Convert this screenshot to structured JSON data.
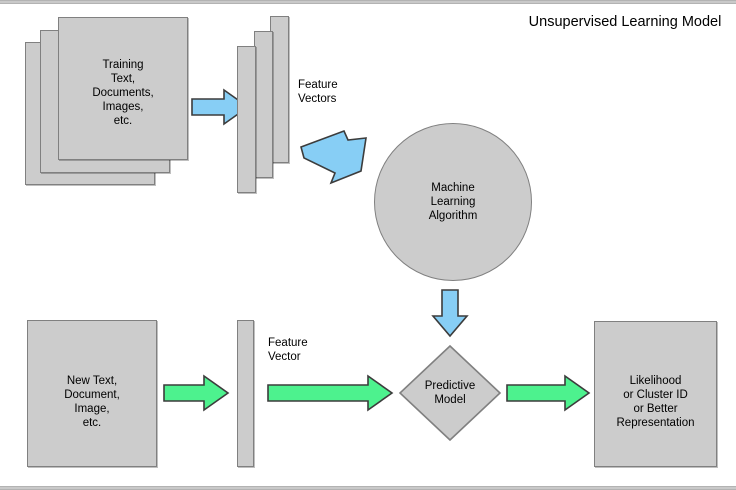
{
  "diagram": {
    "title": "Unsupervised Learning Model",
    "colors": {
      "shape_fill": "#cccccc",
      "shape_stroke": "#808080",
      "blue_arrow": "#87CEF5",
      "blue_arrow_stroke": "#3c3c3c",
      "green_arrow": "#4DF28E",
      "green_arrow_stroke": "#3c3c3c",
      "background": "#ffffff",
      "text": "#000000"
    },
    "top_row": {
      "training_docs": {
        "label": "Training\nText,\nDocuments,\nImages,\netc.",
        "icon": "stacked-documents-icon",
        "sheets": 3
      },
      "arrow_docs_to_vectors": {
        "icon": "right-arrow-icon",
        "color": "#87CEF5"
      },
      "feature_vectors": {
        "caption": "Feature\nVectors",
        "icon": "stacked-bars-icon",
        "bars": 3
      },
      "arrow_vectors_to_algorithm": {
        "icon": "diagonal-down-right-arrow-icon",
        "color": "#87CEF5"
      },
      "algorithm": {
        "label": "Machine\nLearning\nAlgorithm",
        "icon": "circle-node-icon"
      }
    },
    "connector": {
      "arrow_algorithm_to_model": {
        "icon": "down-arrow-icon",
        "color": "#87CEF5"
      }
    },
    "bottom_row": {
      "new_input": {
        "label": "New Text,\nDocument,\nImage,\netc.",
        "icon": "document-icon"
      },
      "arrow_input_to_vector": {
        "icon": "right-arrow-icon",
        "color": "#4DF28E"
      },
      "feature_vector": {
        "caption": "Feature\nVector",
        "icon": "single-bar-icon",
        "bars": 1
      },
      "arrow_vector_to_model": {
        "icon": "right-arrow-icon",
        "color": "#4DF28E"
      },
      "predictive_model": {
        "label": "Predictive\nModel",
        "icon": "diamond-node-icon"
      },
      "arrow_model_to_output": {
        "icon": "right-arrow-icon",
        "color": "#4DF28E"
      },
      "output": {
        "label": "Likelihood\nor Cluster ID\nor Better\nRepresentation",
        "icon": "document-icon"
      }
    }
  }
}
